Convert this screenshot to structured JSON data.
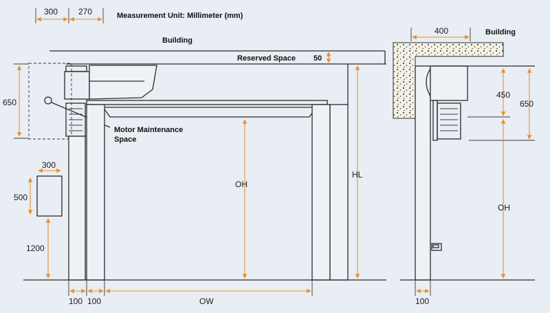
{
  "title": "Measurement Unit: Millimeter (mm)",
  "front_view": {
    "building": "Building",
    "reserved_space": "Reserved Space",
    "reserved_value": "50",
    "top_dim_1": "300",
    "top_dim_2": "270",
    "motor_box_height": "650",
    "motor_note_line1": "Motor Maintenance",
    "motor_note_line2": "Space",
    "control_box_width": "300",
    "control_box_height": "500",
    "control_box_elevation": "1200",
    "opening_height": "OH",
    "total_height": "HL",
    "bottom_dim_1": "100",
    "bottom_dim_2": "100",
    "opening_width": "OW"
  },
  "side_view": {
    "building": "Building",
    "top_dim": "400",
    "dim_450": "450",
    "dim_650": "650",
    "opening_height": "OH",
    "bottom_dim": "100"
  },
  "colors": {
    "dimension_arrow": "#e8912d",
    "outline": "#2a2a2a",
    "background": "#e9edf4"
  }
}
